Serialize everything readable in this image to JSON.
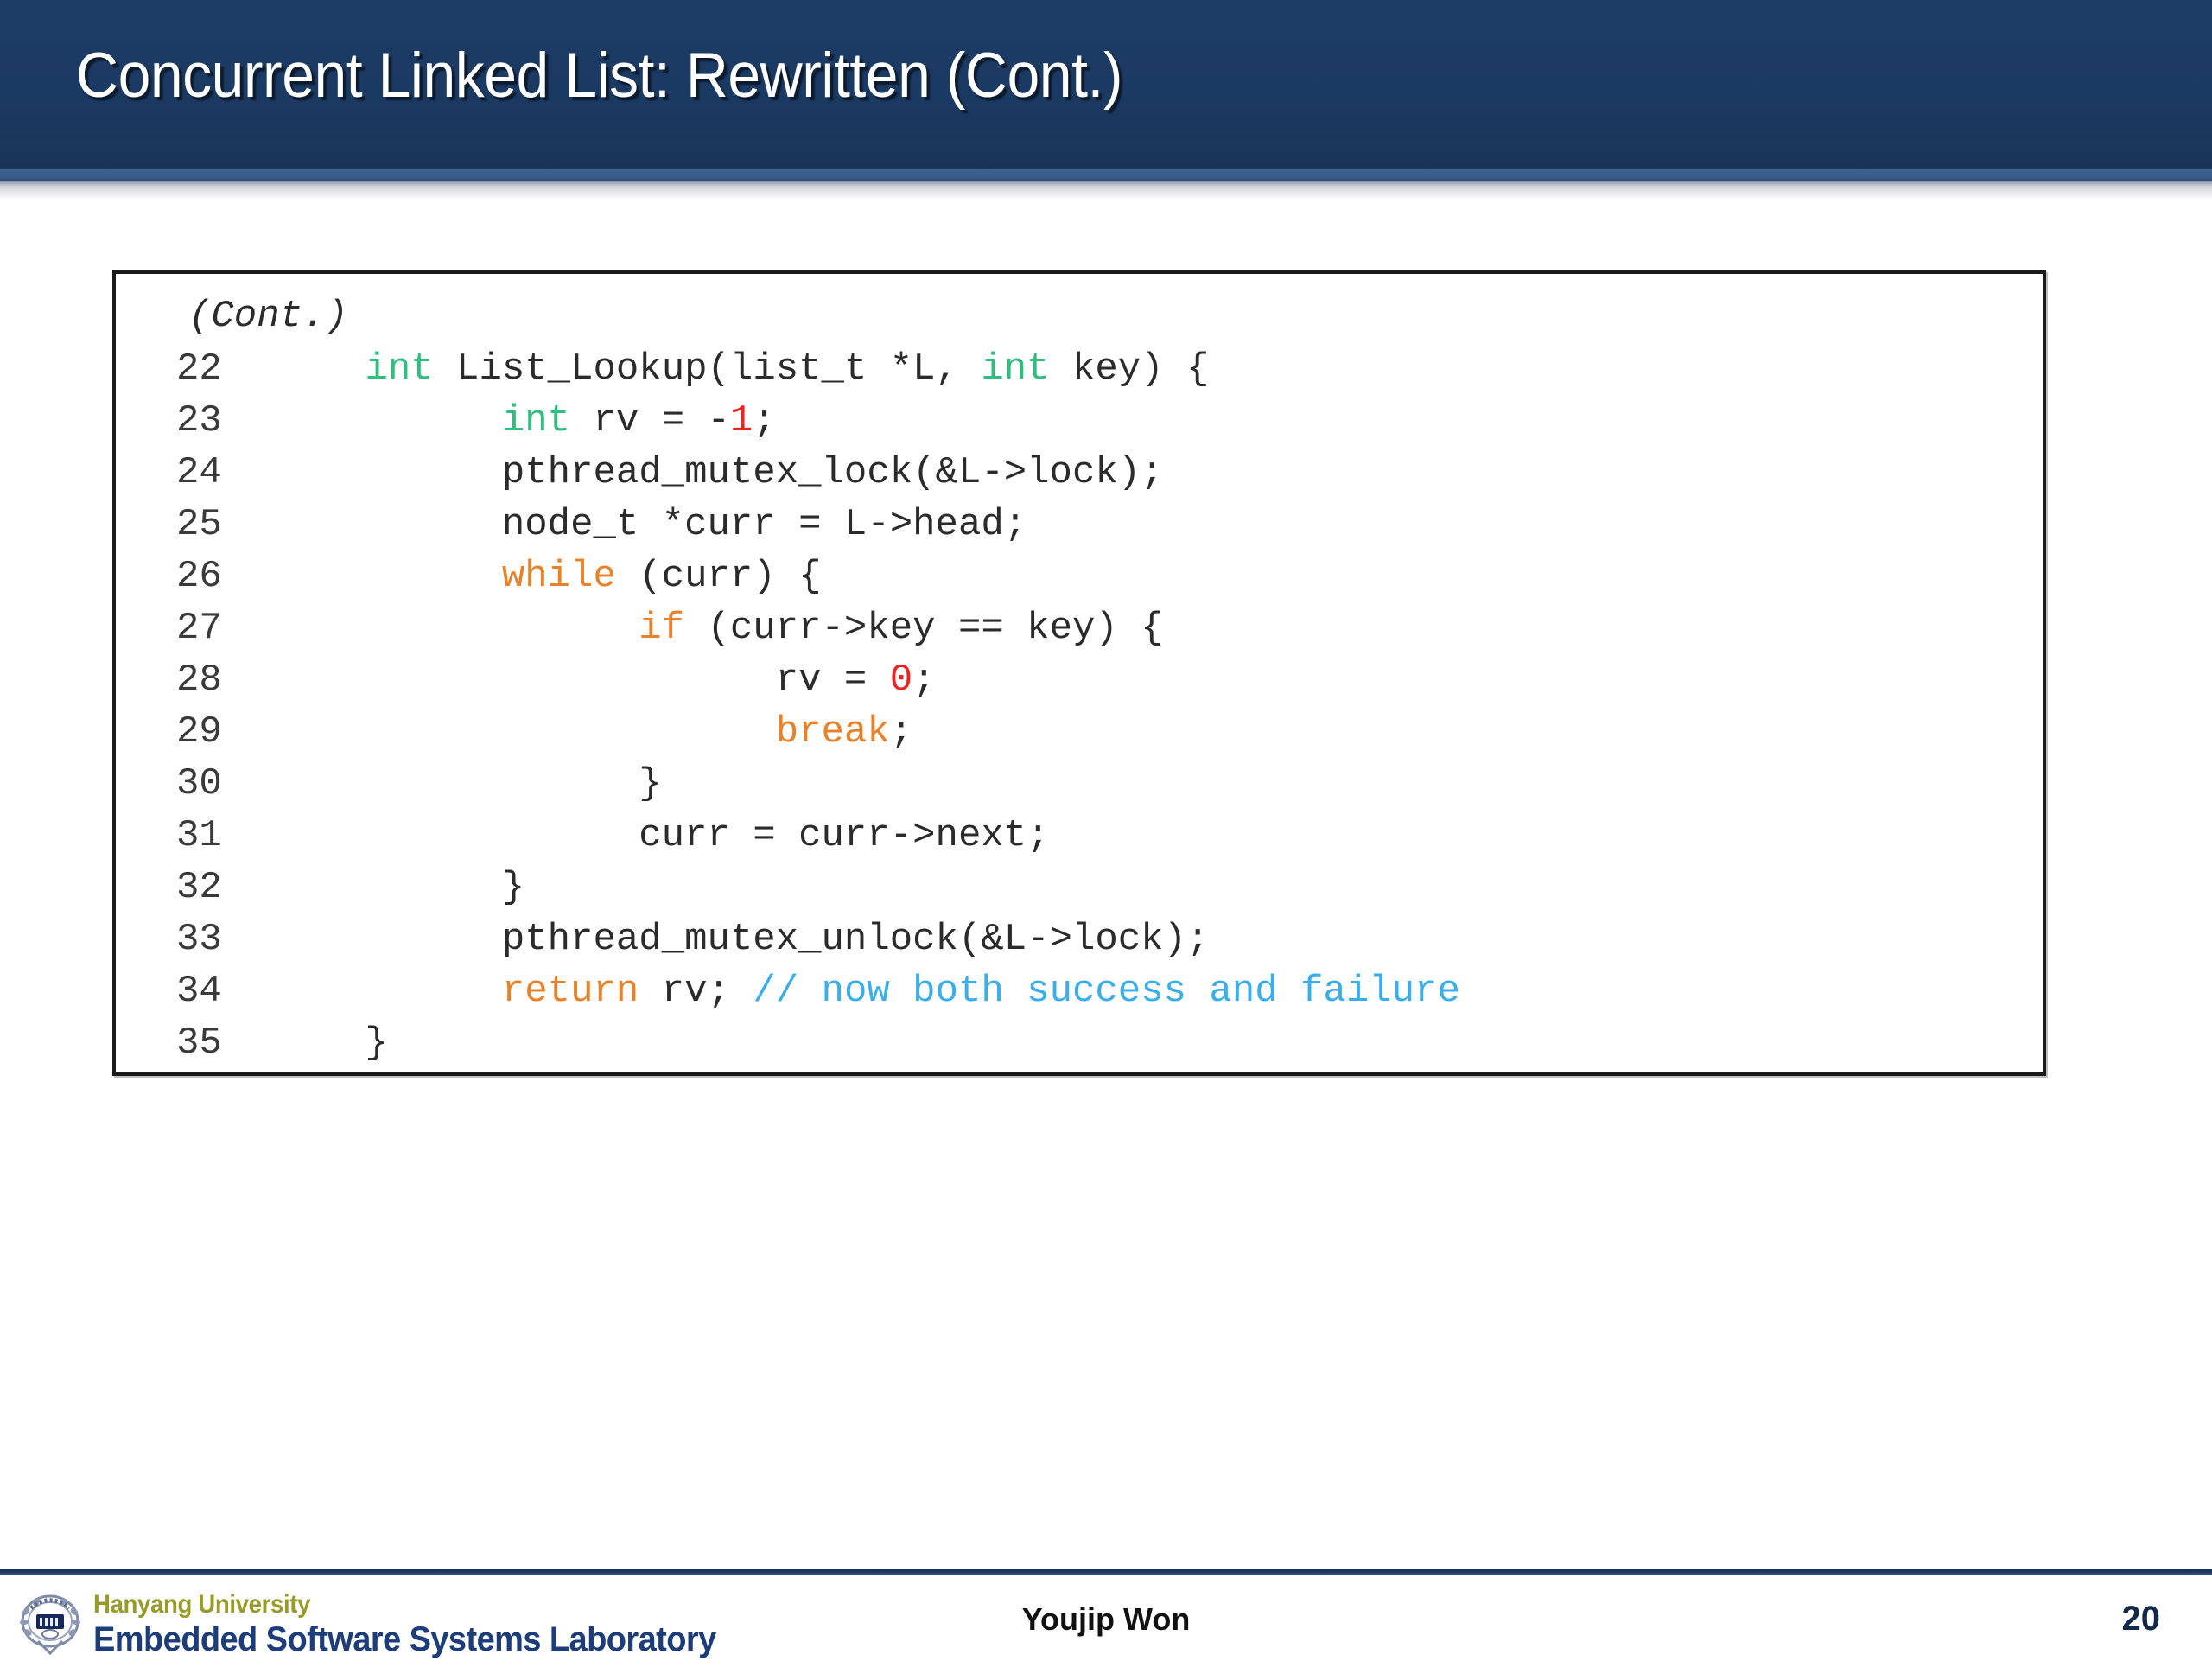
{
  "slide": {
    "title": "Concurrent Linked List: Rewritten (Cont.)",
    "page_number": "20"
  },
  "theme": {
    "header_navy": "#1b3a63",
    "header_accent_blue": "#3a5e8c",
    "keyword_green": "#2fbe7e",
    "control_orange": "#e8822a",
    "number_red": "#ee2222",
    "comment_cyan": "#3aaeea",
    "code_text": "#2b2b2b"
  },
  "code_block": {
    "continuation_label": "(Cont.)",
    "lines": [
      {
        "number": "22",
        "tokens": [
          {
            "t": "      ",
            "c": "pln"
          },
          {
            "t": "int",
            "c": "kw"
          },
          {
            "t": " List_Lookup(list_t *L, ",
            "c": "pln"
          },
          {
            "t": "int",
            "c": "kw"
          },
          {
            "t": " key) {",
            "c": "pln"
          }
        ]
      },
      {
        "number": "23",
        "tokens": [
          {
            "t": "            ",
            "c": "pln"
          },
          {
            "t": "int",
            "c": "kw"
          },
          {
            "t": " rv = -",
            "c": "pln"
          },
          {
            "t": "1",
            "c": "num"
          },
          {
            "t": ";",
            "c": "pln"
          }
        ]
      },
      {
        "number": "24",
        "tokens": [
          {
            "t": "            pthread_mutex_lock(&L->lock);",
            "c": "pln"
          }
        ]
      },
      {
        "number": "25",
        "tokens": [
          {
            "t": "            node_t *curr = L->head;",
            "c": "pln"
          }
        ]
      },
      {
        "number": "26",
        "tokens": [
          {
            "t": "            ",
            "c": "pln"
          },
          {
            "t": "while",
            "c": "ctl"
          },
          {
            "t": " (curr) {",
            "c": "pln"
          }
        ]
      },
      {
        "number": "27",
        "tokens": [
          {
            "t": "                  ",
            "c": "pln"
          },
          {
            "t": "if",
            "c": "ctl"
          },
          {
            "t": " (curr->key == key) {",
            "c": "pln"
          }
        ]
      },
      {
        "number": "28",
        "tokens": [
          {
            "t": "                        rv = ",
            "c": "pln"
          },
          {
            "t": "0",
            "c": "num"
          },
          {
            "t": ";",
            "c": "pln"
          }
        ]
      },
      {
        "number": "29",
        "tokens": [
          {
            "t": "                        ",
            "c": "pln"
          },
          {
            "t": "break",
            "c": "ctl"
          },
          {
            "t": ";",
            "c": "pln"
          }
        ]
      },
      {
        "number": "30",
        "tokens": [
          {
            "t": "                  }",
            "c": "pln"
          }
        ]
      },
      {
        "number": "31",
        "tokens": [
          {
            "t": "                  curr = curr->next;",
            "c": "pln"
          }
        ]
      },
      {
        "number": "32",
        "tokens": [
          {
            "t": "            }",
            "c": "pln"
          }
        ]
      },
      {
        "number": "33",
        "tokens": [
          {
            "t": "            pthread_mutex_unlock(&L->lock);",
            "c": "pln"
          }
        ]
      },
      {
        "number": "34",
        "tokens": [
          {
            "t": "            ",
            "c": "pln"
          },
          {
            "t": "return",
            "c": "ctl"
          },
          {
            "t": " rv; ",
            "c": "pln"
          },
          {
            "t": "// now both success and failure",
            "c": "cmt"
          }
        ]
      },
      {
        "number": "35",
        "tokens": [
          {
            "t": "      }",
            "c": "pln"
          }
        ]
      }
    ]
  },
  "footer": {
    "logo_icon": "hanyang-university-crest-icon",
    "university": "Hanyang University",
    "lab": "Embedded Software Systems Laboratory",
    "presenter": "Youjip Won"
  }
}
